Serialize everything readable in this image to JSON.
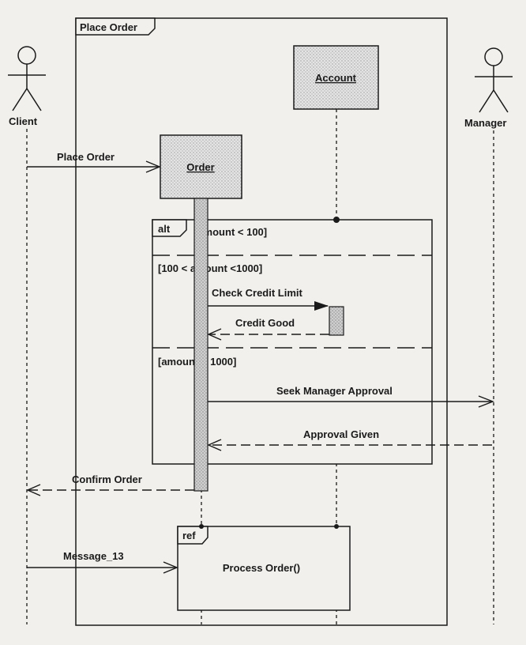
{
  "diagram": {
    "frame_title": "Place Order",
    "actors": {
      "client": "Client",
      "manager": "Manager"
    },
    "objects": {
      "account": "Account",
      "order": "Order"
    },
    "fragment": {
      "operator": "alt",
      "guards": [
        "[amount < 100]",
        "[100 < amount <1000]",
        "[amount < 1000]"
      ]
    },
    "messages": {
      "place_order": "Place Order",
      "check_credit_limit": "Check Credit Limit",
      "credit_good": "Credit Good",
      "seek_manager_approval": "Seek Manager Approval",
      "approval_given": "Approval Given",
      "confirm_order": "Confirm Order",
      "message_13": "Message_13"
    },
    "ref": {
      "tag": "ref",
      "label": "Process Order()"
    },
    "colors": {
      "line": "#1a1a1a",
      "box_fill": "#dcdcdc",
      "activation_fill": "#c4c4c4",
      "background": "#f1f0ec"
    }
  }
}
